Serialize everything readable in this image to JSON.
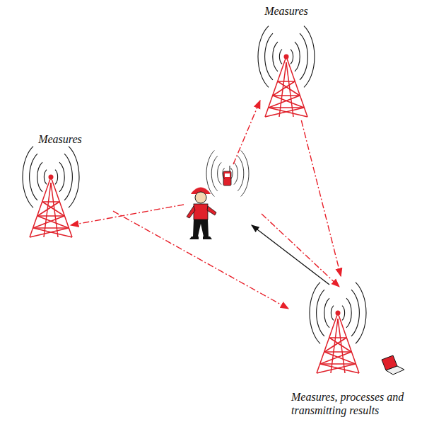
{
  "diagram": {
    "nodes": [
      {
        "text": [
          "Measures"
        ]
      },
      {
        "text": [
          "Measures"
        ]
      },
      {
        "text": [
          "Measures, processes and transmitting results"
        ]
      }
    ],
    "edges": [
      {
        "from": 1,
        "to": 2,
        "arrow": "to"
      },
      {
        "from": 0,
        "to": 2,
        "arrow": "to"
      }
    ]
  }
}
